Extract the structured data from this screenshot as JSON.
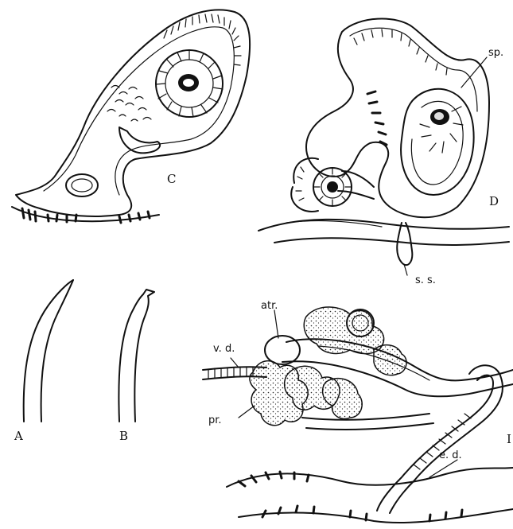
{
  "figure_labels": {
    "a": "A",
    "b": "B",
    "c": "C",
    "d": "D",
    "e": "I"
  },
  "structure_labels": {
    "sp": "sp.",
    "ss": "s. s.",
    "atr": "atr.",
    "vd": "v. d.",
    "pr": "pr.",
    "ed": "e. d."
  }
}
